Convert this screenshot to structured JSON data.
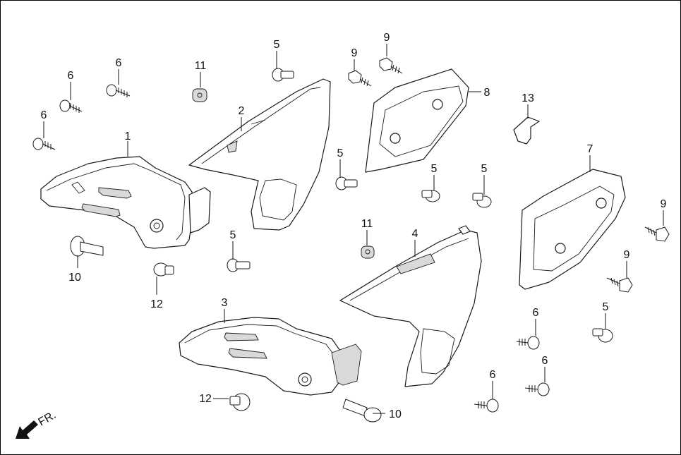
{
  "diagram": {
    "border_color": "#000000",
    "callouts": [
      {
        "id": "c1",
        "text": "1"
      },
      {
        "id": "c2",
        "text": "2"
      },
      {
        "id": "c3",
        "text": "3"
      },
      {
        "id": "c4",
        "text": "4"
      },
      {
        "id": "c5a",
        "text": "5"
      },
      {
        "id": "c5b",
        "text": "5"
      },
      {
        "id": "c5c",
        "text": "5"
      },
      {
        "id": "c5d",
        "text": "5"
      },
      {
        "id": "c5e",
        "text": "5"
      },
      {
        "id": "c5f",
        "text": "5"
      },
      {
        "id": "c6a",
        "text": "6"
      },
      {
        "id": "c6b",
        "text": "6"
      },
      {
        "id": "c6c",
        "text": "6"
      },
      {
        "id": "c6d",
        "text": "6"
      },
      {
        "id": "c6e",
        "text": "6"
      },
      {
        "id": "c6f",
        "text": "6"
      },
      {
        "id": "c7",
        "text": "7"
      },
      {
        "id": "c8",
        "text": "8"
      },
      {
        "id": "c9a",
        "text": "9"
      },
      {
        "id": "c9b",
        "text": "9"
      },
      {
        "id": "c9c",
        "text": "9"
      },
      {
        "id": "c9d",
        "text": "9"
      },
      {
        "id": "c10a",
        "text": "10"
      },
      {
        "id": "c10b",
        "text": "10"
      },
      {
        "id": "c11a",
        "text": "11"
      },
      {
        "id": "c11b",
        "text": "11"
      },
      {
        "id": "c12a",
        "text": "12"
      },
      {
        "id": "c12b",
        "text": "12"
      },
      {
        "id": "c13",
        "text": "13"
      }
    ],
    "direction_label": "FR."
  }
}
